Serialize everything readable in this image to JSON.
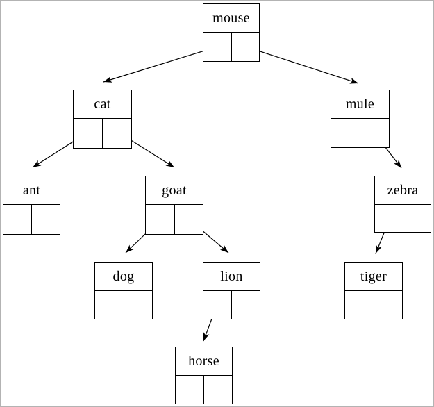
{
  "diagram": {
    "type": "binary-tree",
    "root": "mouse",
    "node_style": "record with label cell and two pointer cells",
    "colors": {
      "background": "#ffffff",
      "box_border": "#000000",
      "edge_line": "#000000",
      "text": "#000000",
      "page_border": "#b3b3b3"
    }
  },
  "nodes": {
    "mouse": {
      "label": "mouse",
      "left_child": "cat",
      "right_child": "mule"
    },
    "cat": {
      "label": "cat",
      "left_child": "ant",
      "right_child": "goat"
    },
    "mule": {
      "label": "mule",
      "left_child": null,
      "right_child": "zebra"
    },
    "ant": {
      "label": "ant",
      "left_child": null,
      "right_child": null
    },
    "goat": {
      "label": "goat",
      "left_child": "dog",
      "right_child": "lion"
    },
    "zebra": {
      "label": "zebra",
      "left_child": "tiger",
      "right_child": null
    },
    "dog": {
      "label": "dog",
      "left_child": null,
      "right_child": null
    },
    "lion": {
      "label": "lion",
      "left_child": "horse",
      "right_child": null
    },
    "tiger": {
      "label": "tiger",
      "left_child": null,
      "right_child": null
    },
    "horse": {
      "label": "horse",
      "left_child": null,
      "right_child": null
    }
  },
  "edges": [
    {
      "from": "mouse",
      "pointer": "left",
      "to": "cat"
    },
    {
      "from": "mouse",
      "pointer": "right",
      "to": "mule"
    },
    {
      "from": "cat",
      "pointer": "left",
      "to": "ant"
    },
    {
      "from": "cat",
      "pointer": "right",
      "to": "goat"
    },
    {
      "from": "mule",
      "pointer": "right",
      "to": "zebra"
    },
    {
      "from": "goat",
      "pointer": "left",
      "to": "dog"
    },
    {
      "from": "goat",
      "pointer": "right",
      "to": "lion"
    },
    {
      "from": "zebra",
      "pointer": "left",
      "to": "tiger"
    },
    {
      "from": "lion",
      "pointer": "left",
      "to": "horse"
    }
  ]
}
